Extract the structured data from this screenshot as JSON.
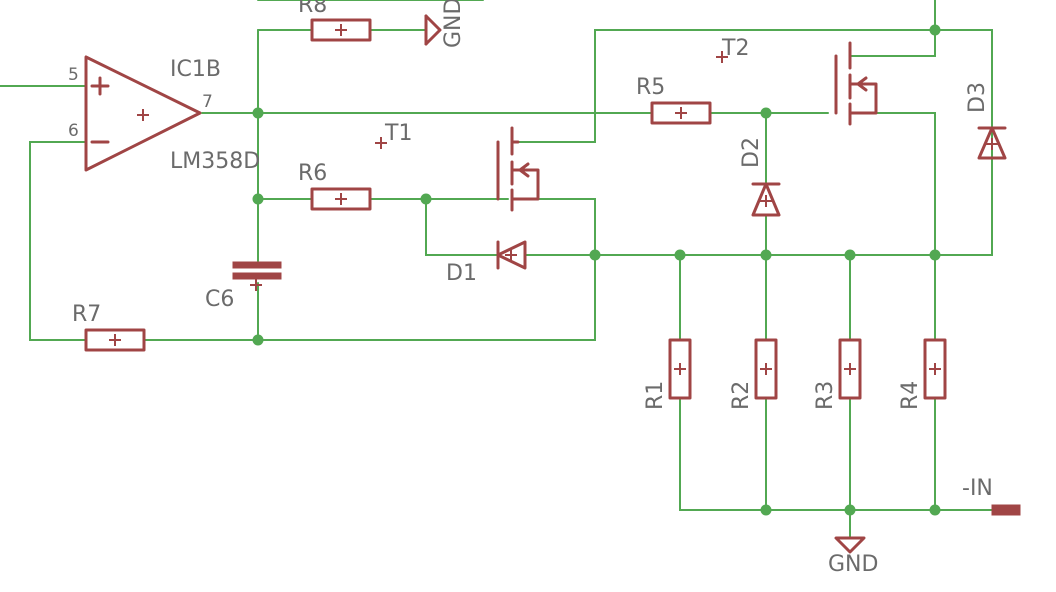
{
  "schematic": {
    "opamp": {
      "name": "IC1B",
      "value": "LM358D",
      "pin_noninv": "5",
      "pin_inv": "6",
      "pin_out": "7"
    },
    "resistors": [
      "R1",
      "R2",
      "R3",
      "R4",
      "R5",
      "R6",
      "R7",
      "R8"
    ],
    "capacitor": "C6",
    "diodes": [
      "D1",
      "D2",
      "D3"
    ],
    "transistors": [
      "T1",
      "T2"
    ],
    "gnd_top": "GND",
    "gnd_bottom": "GND",
    "input_label": "-IN",
    "accent_colors": {
      "wire": "#52a852",
      "symbol": "#a04545",
      "text": "#6b6b6b"
    }
  }
}
